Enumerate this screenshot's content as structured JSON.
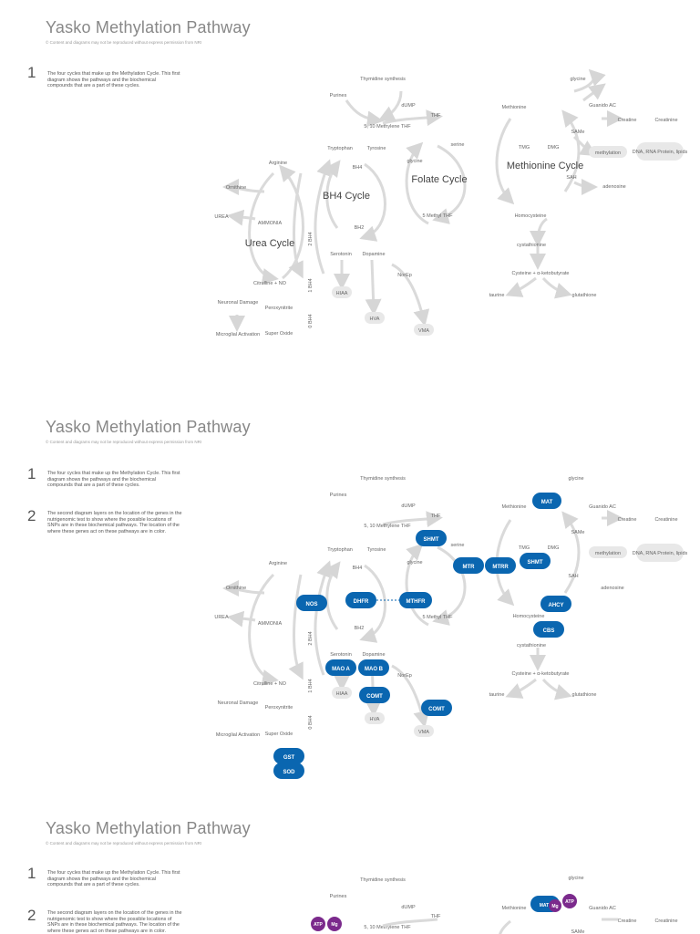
{
  "title": "Yasko Methylation Pathway",
  "copyright": "© Content and diagrams may not be reproduced without express permission from NRI",
  "steps": [
    {
      "num": "1",
      "text": "The four cycles that make up the Methylation Cycle. This first diagram shows the pathways and the biochemical compounds that are a part of these cycles."
    },
    {
      "num": "2",
      "text": "The second diagram layers on the location of the genes in the nutrigenomic test to show where the possible locations of SNPs are in these biochemical pathways. The location of the where these genes act on these pathways are in color."
    }
  ],
  "cycles": {
    "bh4": "BH4 Cycle",
    "urea": "Urea Cycle",
    "folate": "Folate Cycle",
    "methionine": "Methionine Cycle"
  },
  "labels": {
    "thymidine": "Thymidine synthesis",
    "purines": "Purines",
    "dump": "dUMP",
    "thf": "THF",
    "methylene_thf": "5, 10 Methylene THF",
    "serine": "serine",
    "tryptophan": "Tryptophan",
    "tyrosine": "Tyrosine",
    "glycine_folate": "glycine",
    "bh4": "BH4",
    "bh2": "BH2",
    "arginine": "Arginine",
    "ornithine": "Ornithine",
    "urea": "UREA",
    "ammonia": "AMMONIA",
    "two_bh4": "2 BH4",
    "one_bh4": "1 BH4",
    "zero_bh4": "0 BH4",
    "citrulline": "Citrulline + NO",
    "neuronal": "Neuronal Damage",
    "microglial": "Microglial Activation",
    "peroxynitrite": "Peroxynitrite",
    "super_oxide": "Super Oxide",
    "serotonin": "Serotonin",
    "dopamine": "Dopamine",
    "hiaa": "HIAA",
    "hva": "HVA",
    "norep": "NorEp",
    "vma": "VMA",
    "methyl_thf": "5 Methyl THF",
    "glycine_top": "glycine",
    "methionine": "Methionine",
    "guanido": "Guanido AC",
    "creatine": "Creatine",
    "creatinine": "Creatinine",
    "sam": "SAMe",
    "tmg": "TMG",
    "dmg": "DMG",
    "methylation": "methylation",
    "dna": "DNA, RNA Protein, lipids",
    "sah": "SAH",
    "adenosine": "adenosine",
    "homocysteine": "Homocysteine",
    "cystathionine": "cystathionine",
    "cysteine": "Cysteine + α-ketobutyrate",
    "taurine": "taurine",
    "glutathione": "glutathione"
  },
  "genes": {
    "mat": "MAT",
    "shmt": "SHMT",
    "mtr": "MTR",
    "mtrr": "MTRR",
    "nos": "NOS",
    "dhfr": "DHFR",
    "mthfr": "MTHFR",
    "ahcy": "AHCY",
    "cbs": "CBS",
    "maoa": "MAO A",
    "maob": "MAO B",
    "comt": "COMT",
    "gst": "GST",
    "sod": "SOD"
  },
  "cofactors": {
    "atp": "ATP",
    "mg": "Mg"
  },
  "colors": {
    "gene": "#0a66b0",
    "cofactor": "#7b2a8c",
    "arrow": "#d9d9d9",
    "pill": "#e8e8e8"
  }
}
